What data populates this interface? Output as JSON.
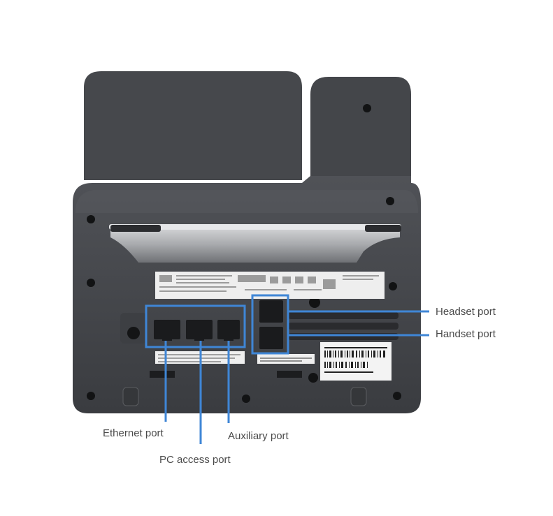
{
  "callouts": {
    "headset_port": "Headset port",
    "handset_port": "Handset port",
    "ethernet_port": "Ethernet port",
    "auxiliary_port": "Auxiliary port",
    "pc_access_port": "PC access port"
  },
  "colors": {
    "callout_line": "#3f86d6",
    "body_dark": "#3b3d41",
    "body_mid": "#4a4c51",
    "label_bg": "#f2f2f2"
  },
  "icons": [
    "phone-back-illustration",
    "rj45-port",
    "screw-hole",
    "barcode"
  ]
}
